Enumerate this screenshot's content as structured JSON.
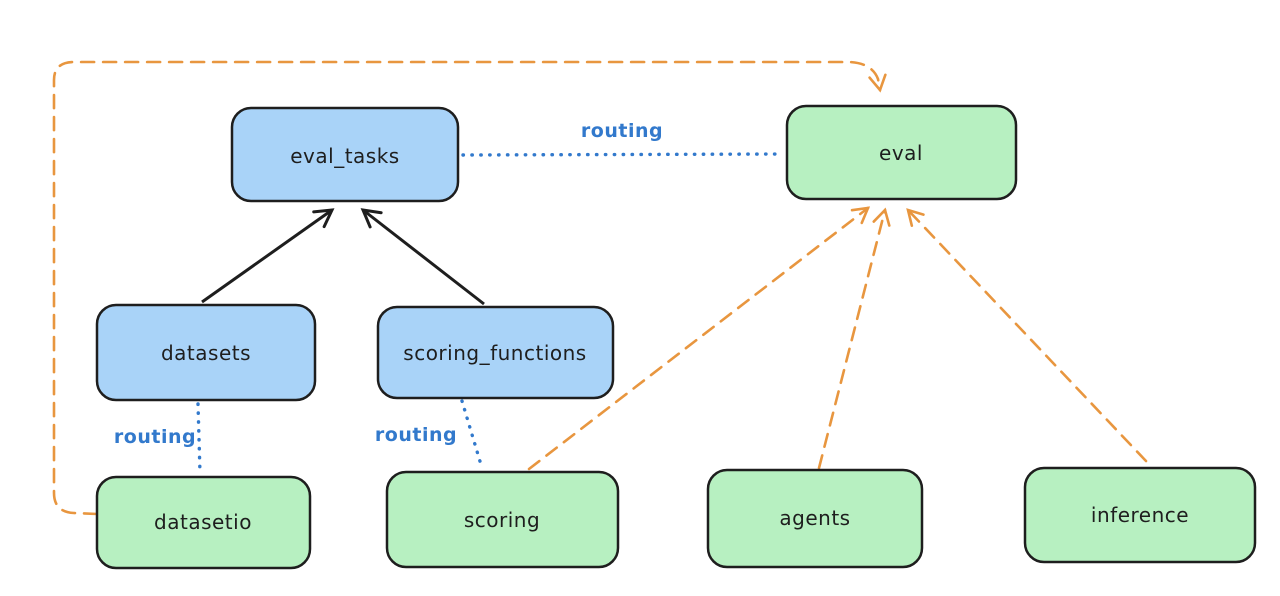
{
  "diagram": {
    "background": "#ffffff",
    "colors": {
      "blue_fill": "#a9d3f8",
      "green_fill": "#b7f0c1",
      "node_stroke": "#1e1e1e",
      "orange_edge": "#e8963f",
      "routing_blue": "#3279cc",
      "black_edge": "#1e1e1e"
    },
    "nodes": {
      "eval_tasks": {
        "label": "eval_tasks",
        "fill": "blue"
      },
      "eval": {
        "label": "eval",
        "fill": "green"
      },
      "datasets": {
        "label": "datasets",
        "fill": "blue"
      },
      "scoring_functions": {
        "label": "scoring_functions",
        "fill": "blue"
      },
      "datasetio": {
        "label": "datasetio",
        "fill": "green"
      },
      "scoring": {
        "label": "scoring",
        "fill": "green"
      },
      "agents": {
        "label": "agents",
        "fill": "green"
      },
      "inference": {
        "label": "inference",
        "fill": "green"
      }
    },
    "edge_labels": {
      "eval_tasks_eval": "routing",
      "datasets_datasetio": "routing",
      "scoring_functions_scoring": "routing"
    },
    "edges": [
      {
        "from": "eval_tasks",
        "to": "eval",
        "style": "dotted-blue",
        "label": "routing",
        "arrow": false
      },
      {
        "from": "datasets",
        "to": "eval_tasks",
        "style": "solid-black",
        "arrow": true
      },
      {
        "from": "scoring_functions",
        "to": "eval_tasks",
        "style": "solid-black",
        "arrow": true
      },
      {
        "from": "datasets",
        "to": "datasetio",
        "style": "dotted-blue",
        "label": "routing",
        "arrow": false
      },
      {
        "from": "scoring_functions",
        "to": "scoring",
        "style": "dotted-blue",
        "label": "routing",
        "arrow": false
      },
      {
        "from": "datasetio",
        "to": "eval",
        "style": "dashed-orange",
        "arrow": true,
        "route": "loop-around-top-left"
      },
      {
        "from": "scoring",
        "to": "eval",
        "style": "dashed-orange",
        "arrow": true
      },
      {
        "from": "agents",
        "to": "eval",
        "style": "dashed-orange",
        "arrow": true
      },
      {
        "from": "inference",
        "to": "eval",
        "style": "dashed-orange",
        "arrow": true
      }
    ]
  }
}
